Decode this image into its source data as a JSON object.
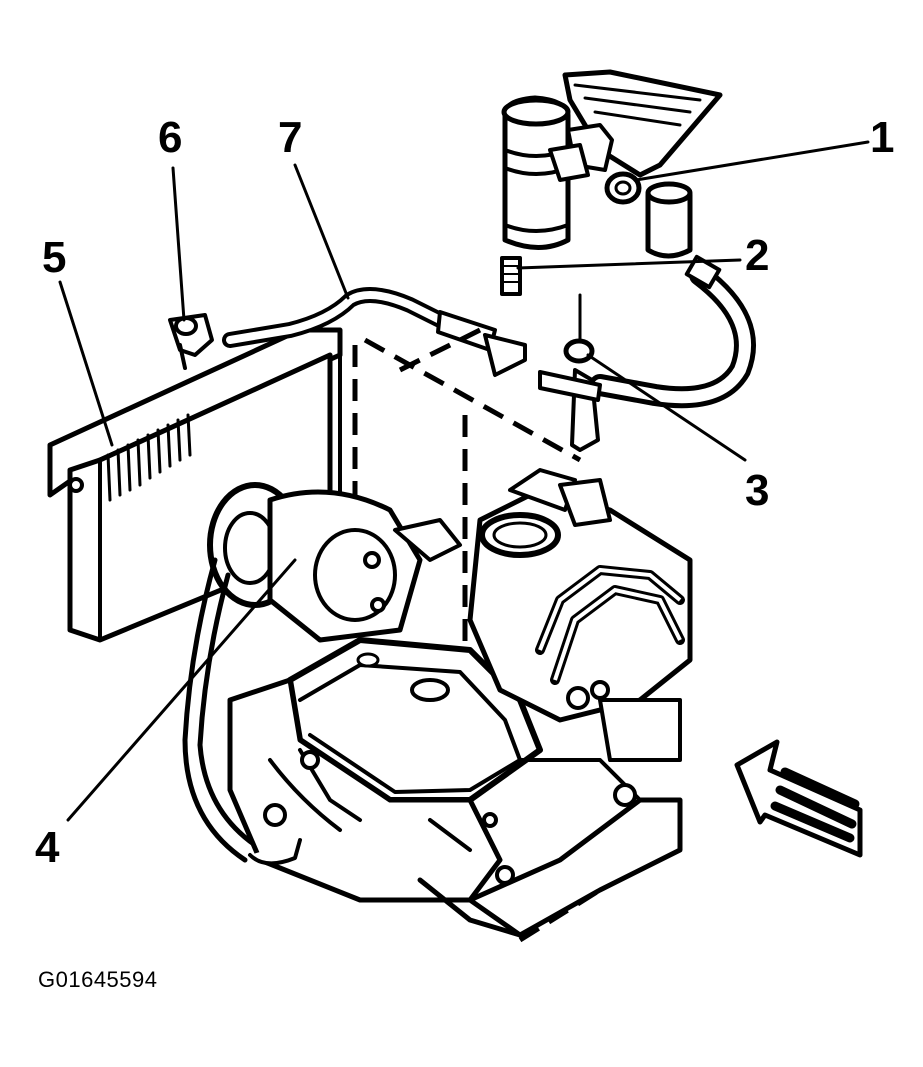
{
  "callouts": {
    "c1": "1",
    "c2": "2",
    "c3": "3",
    "c4": "4",
    "c5": "5",
    "c6": "6",
    "c7": "7"
  },
  "figure_id": "G01645594"
}
